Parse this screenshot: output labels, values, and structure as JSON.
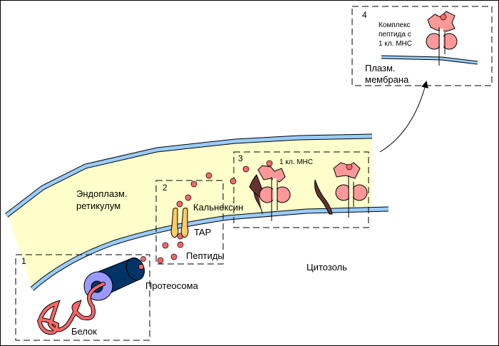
{
  "diagram": {
    "title": "MHC class I antigen presentation pathway",
    "colors": {
      "er_lumen": "#FFFFCC",
      "membrane": "#99CCFF",
      "membrane_outline": "#000000",
      "peptide": "#FF6666",
      "mhc": "#FF9999",
      "calnexin": "#663333",
      "tap": "#FFCC66",
      "proteasome_body": "#003366",
      "proteasome_ring": "#9999FF",
      "protein": "#FF6666"
    },
    "regions": [
      {
        "id": "1",
        "number": "1"
      },
      {
        "id": "2",
        "number": "2"
      },
      {
        "id": "3",
        "number": "3"
      },
      {
        "id": "4",
        "number": "4"
      }
    ],
    "labels": {
      "er": [
        "Эндоплазм.",
        "ретикулум"
      ],
      "calnexin": "Кальнексин",
      "tap": "TAP",
      "peptides": "Пептиды",
      "proteasome": "Протеосома",
      "protein": "Белок",
      "cytosol": "Цитозоль",
      "mhc": "1 кл. МНС",
      "complex": [
        "Комплекс",
        "пептида с",
        "1 кл. МНС"
      ],
      "plasma_membrane": [
        "Плазм.",
        "мембрана"
      ]
    }
  }
}
